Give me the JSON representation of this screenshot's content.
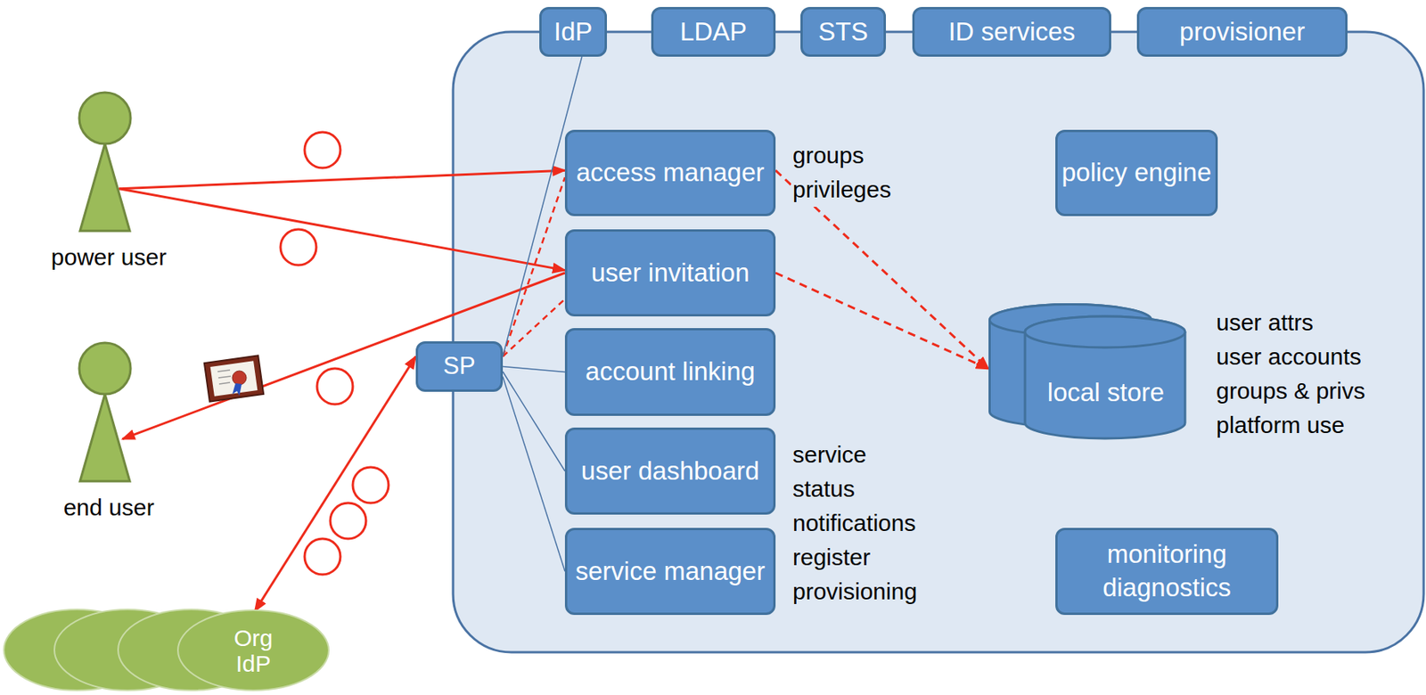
{
  "diagram": {
    "nodes": [
      {
        "text": [
          "IdP"
        ]
      },
      {
        "text": [
          "LDAP"
        ]
      },
      {
        "text": [
          "STS"
        ]
      },
      {
        "text": [
          "ID services"
        ]
      },
      {
        "text": [
          "provisioner"
        ]
      },
      {
        "text": [
          "power user"
        ]
      },
      {
        "text": [
          "end user"
        ]
      },
      {
        "text": [
          "access manager"
        ]
      },
      {
        "text": [
          "user invitation"
        ]
      },
      {
        "text": [
          "account linking"
        ]
      },
      {
        "text": [
          "user dashboard"
        ]
      },
      {
        "text": [
          "service manager"
        ]
      },
      {
        "text": [
          "policy engine"
        ]
      },
      {
        "text": [
          "local store"
        ]
      },
      {
        "text": [
          "monitoring diagnostics"
        ]
      },
      {
        "text": [
          "SP"
        ]
      },
      {
        "text": [
          "Org IdP"
        ]
      }
    ],
    "edges": [
      {
        "from": 0,
        "to": 1,
        "arrow": "none"
      },
      {
        "from": 1,
        "to": 2,
        "arrow": "none"
      },
      {
        "from": 2,
        "to": 3,
        "arrow": "none"
      },
      {
        "from": 3,
        "to": 4,
        "arrow": "none"
      },
      {
        "from": 5,
        "to": 7,
        "arrow": "to"
      },
      {
        "from": 5,
        "to": 8,
        "arrow": "to"
      },
      {
        "from": 8,
        "to": 6,
        "arrow": "to"
      },
      {
        "from": 15,
        "to": 7,
        "arrow": "none"
      },
      {
        "from": 15,
        "to": 8,
        "arrow": "none"
      },
      {
        "from": 15,
        "to": 0,
        "arrow": "none"
      },
      {
        "from": 15,
        "to": 9,
        "arrow": "none"
      },
      {
        "from": 15,
        "to": 10,
        "arrow": "none"
      },
      {
        "from": 15,
        "to": 11,
        "arrow": "none"
      },
      {
        "from": 15,
        "to": 16,
        "arrow": "both"
      },
      {
        "from": 7,
        "to": 13,
        "arrow": "to"
      },
      {
        "from": 8,
        "to": 13,
        "arrow": "to"
      }
    ],
    "labels": [
      "groups",
      "privileges",
      "service status",
      "notifications",
      "register",
      "provisioning",
      "user attrs",
      "user accounts",
      "groups & privs",
      "platform use"
    ]
  }
}
